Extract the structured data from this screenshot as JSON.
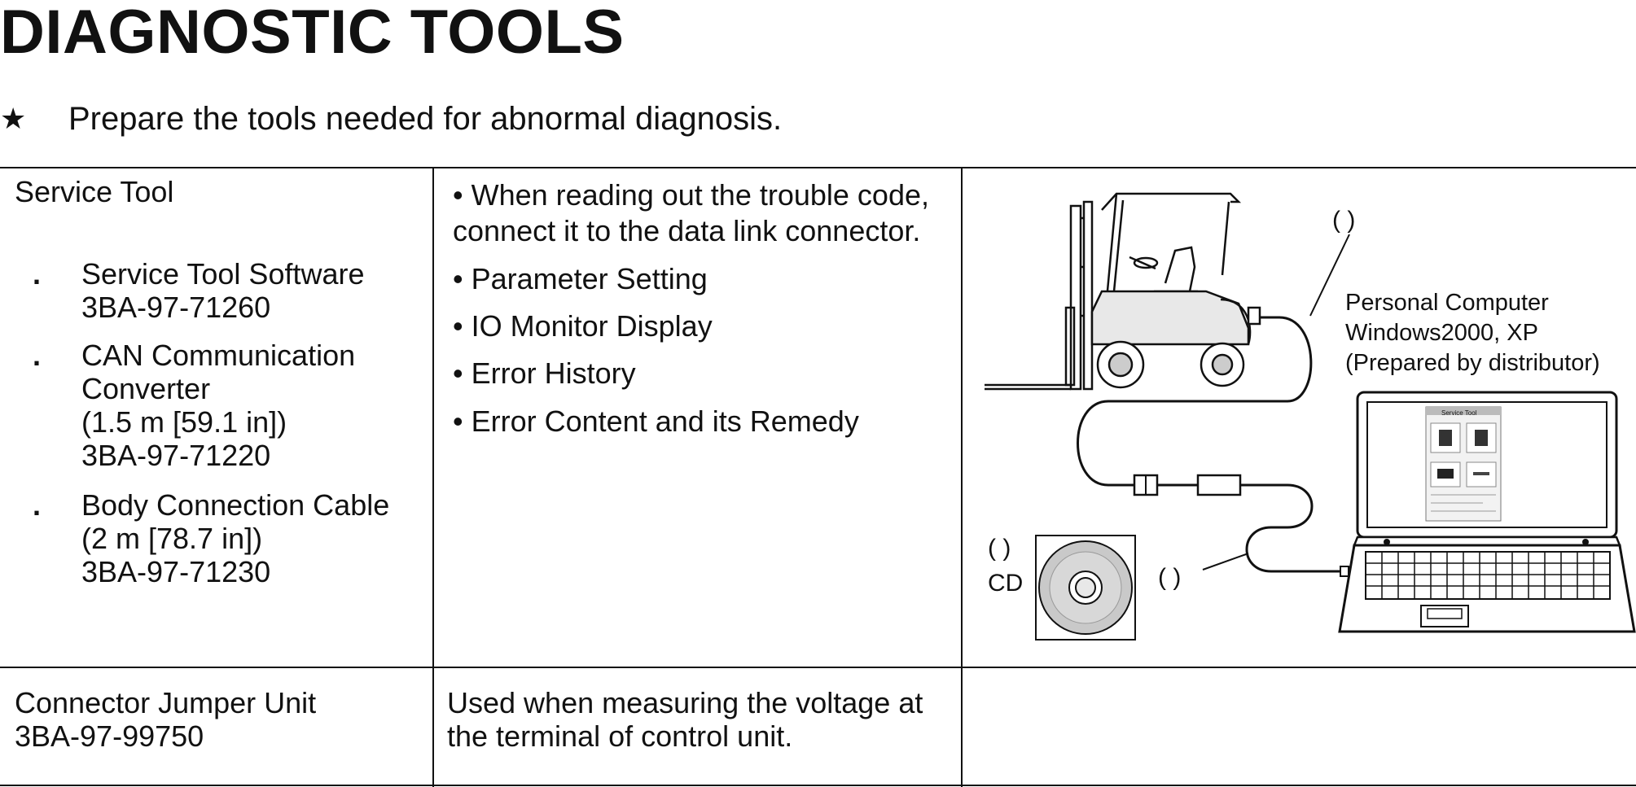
{
  "page": {
    "title": "DIAGNOSTIC TOOLS",
    "intro_symbol": "★",
    "intro_text": "Prepare the tools needed for abnormal diagnosis."
  },
  "table": {
    "row1": {
      "tool_name": "Service Tool",
      "components": [
        {
          "marker": ".",
          "lines": [
            "Service Tool Software",
            "3BA-97-71260"
          ]
        },
        {
          "marker": ".",
          "lines": [
            "CAN Communication",
            "Converter",
            "(1.5 m [59.1 in])",
            "3BA-97-71220"
          ]
        },
        {
          "marker": ".",
          "lines": [
            "Body Connection Cable",
            "(2 m [78.7 in])",
            "3BA-97-71230"
          ]
        }
      ],
      "functions": [
        [
          "• When reading out the trouble code,",
          "connect it to the data link connector."
        ],
        [
          "• Parameter Setting"
        ],
        [
          "• IO Monitor Display"
        ],
        [
          "• Error History"
        ],
        [
          "• Error Content and its Remedy"
        ]
      ],
      "diagram": {
        "cable_marker": "( )",
        "converter_marker": "( )",
        "cd_marker": "( )",
        "cd_label": "CD",
        "pc_lines": [
          "Personal Computer",
          "Windows2000, XP",
          "(Prepared by distributor)"
        ],
        "screen_title": "Service Tool"
      }
    },
    "row2": {
      "tool_lines": [
        "Connector Jumper Unit",
        "3BA-97-99750"
      ],
      "desc_lines": [
        "Used when measuring the voltage at",
        "the terminal of control unit."
      ]
    }
  }
}
